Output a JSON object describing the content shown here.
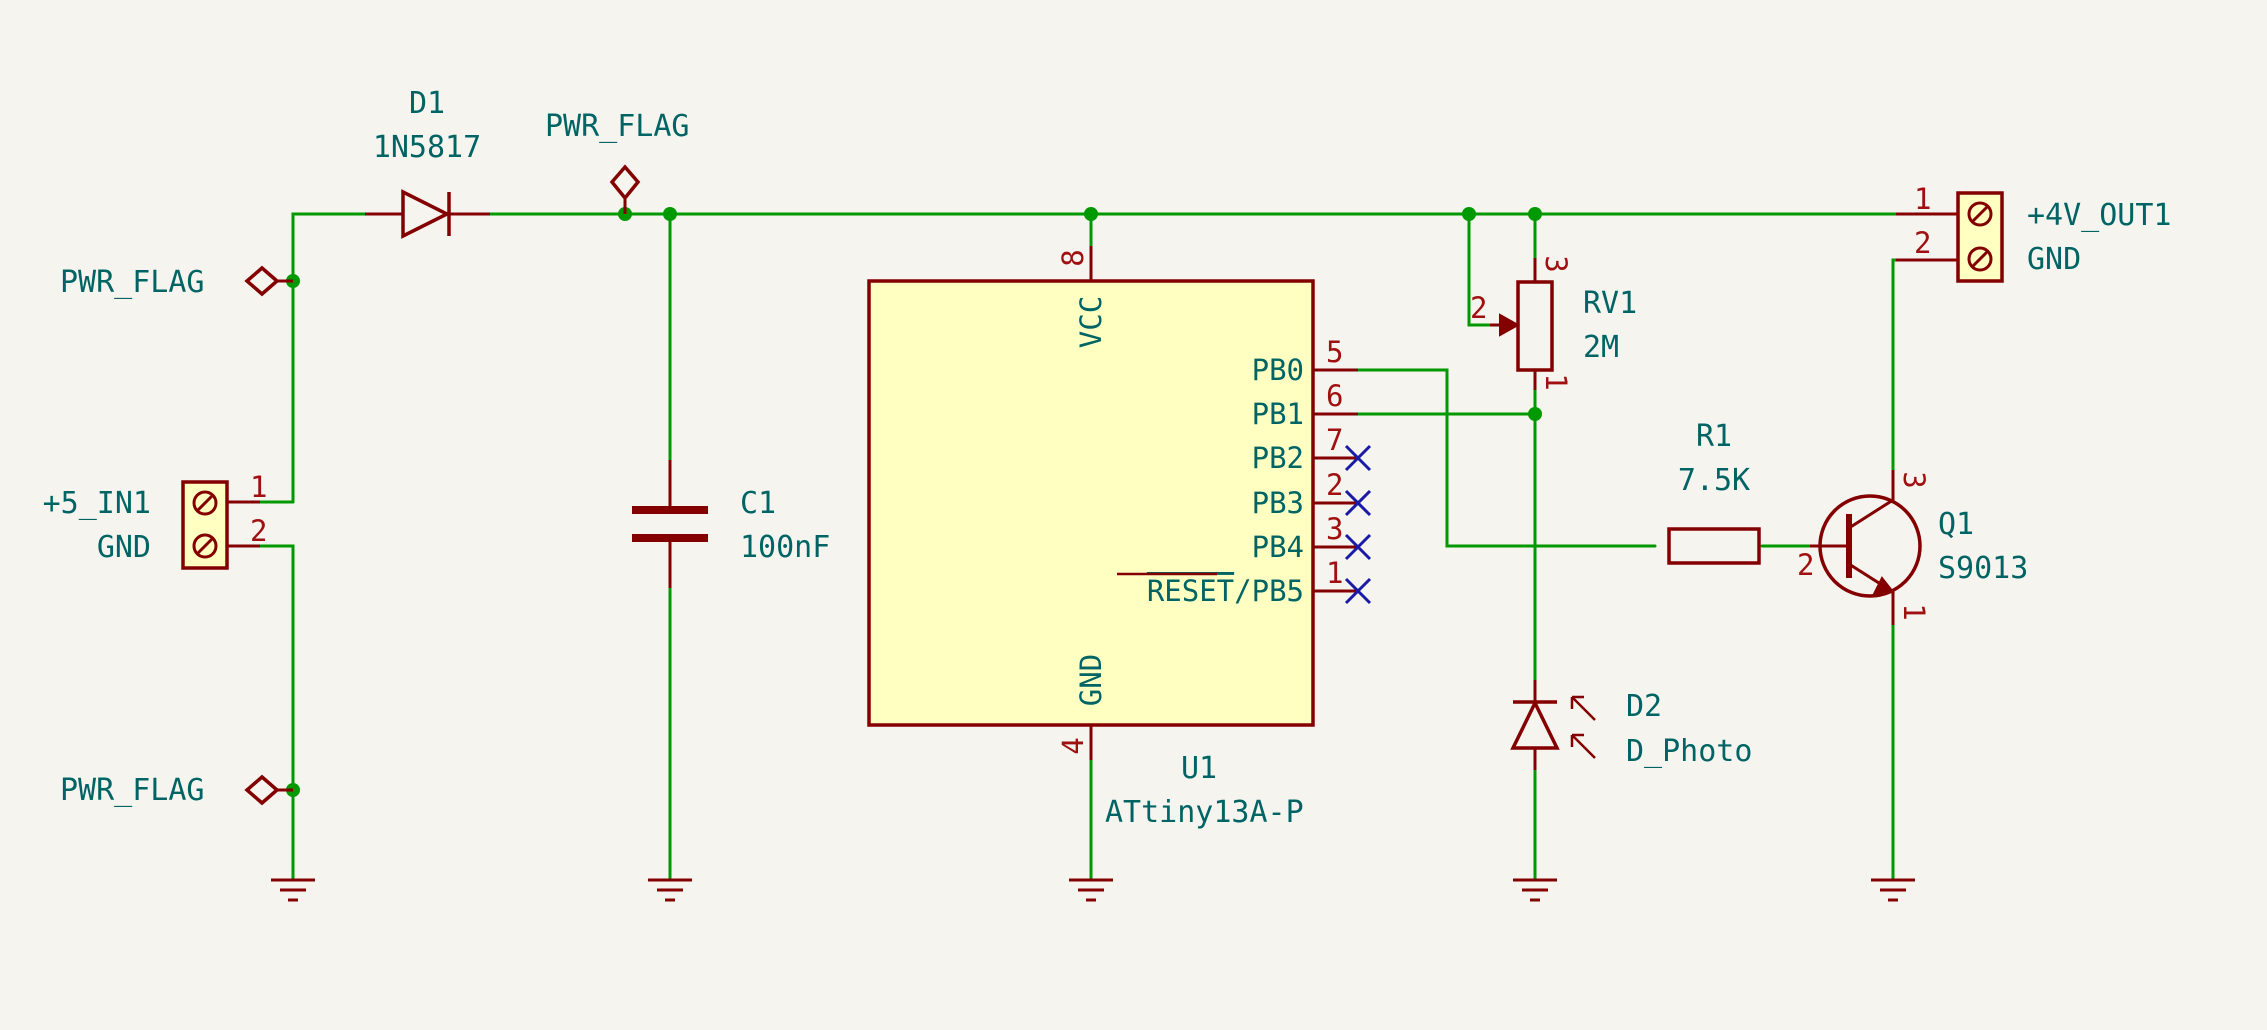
{
  "components": {
    "d1": {
      "ref": "D1",
      "value": "1N5817"
    },
    "d2": {
      "ref": "D2",
      "value": "D_Photo"
    },
    "c1": {
      "ref": "C1",
      "value": "100nF"
    },
    "u1": {
      "ref": "U1",
      "value": "ATtiny13A-P",
      "pins": {
        "vcc": "VCC",
        "gnd": "GND",
        "pb0": "PB0",
        "pb1": "PB1",
        "pb2": "PB2",
        "pb3": "PB3",
        "pb4": "PB4",
        "reset": "RESET",
        "pb5": "/PB5"
      },
      "pin_numbers": {
        "vcc": "8",
        "gnd": "4",
        "pb0": "5",
        "pb1": "6",
        "pb2": "7",
        "pb3": "2",
        "pb4": "3",
        "pb5": "1"
      }
    },
    "rv1": {
      "ref": "RV1",
      "value": "2M",
      "pin_numbers": {
        "top": "3",
        "wiper": "2",
        "bottom": "1"
      }
    },
    "r1": {
      "ref": "R1",
      "value": "7.5K"
    },
    "q1": {
      "ref": "Q1",
      "value": "S9013",
      "pin_numbers": {
        "collector": "3",
        "base": "2",
        "emitter": "1"
      }
    },
    "j_in": {
      "pin1_label": "+5_IN1",
      "pin2_label": "GND",
      "pin_numbers": [
        "1",
        "2"
      ]
    },
    "j_out": {
      "pin1_label": "+4V_OUT1",
      "pin2_label": "GND",
      "pin_numbers": [
        "1",
        "2"
      ]
    }
  },
  "power_flags": {
    "top": "PWR_FLAG",
    "left_upper": "PWR_FLAG",
    "left_lower": "PWR_FLAG"
  },
  "colors": {
    "wire": "#009900",
    "body": "#840000",
    "ic_fill": "#ffffc2",
    "text": "#006464",
    "pin_number": "#a01010",
    "no_connect": "#1a1aa8",
    "background": "#f5f4ef"
  }
}
